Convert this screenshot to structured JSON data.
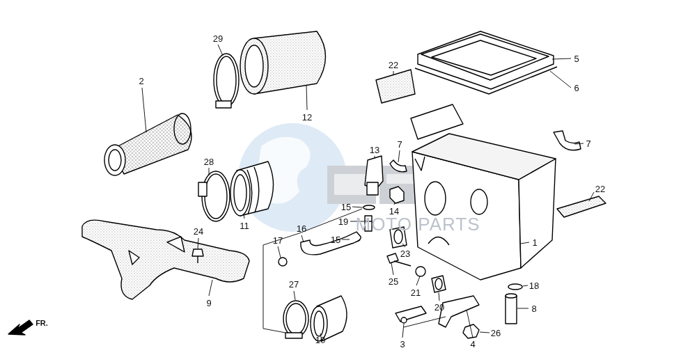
{
  "diagram": {
    "labels": [
      "29",
      "2",
      "12",
      "22",
      "5",
      "6",
      "7",
      "7",
      "13",
      "22",
      "28",
      "15",
      "14",
      "19",
      "11",
      "15",
      "16",
      "17",
      "23",
      "1",
      "24",
      "25",
      "21",
      "20",
      "18",
      "8",
      "27",
      "9",
      "10",
      "3",
      "4",
      "26",
      "FR.",
      "MOTO PARTS"
    ]
  }
}
